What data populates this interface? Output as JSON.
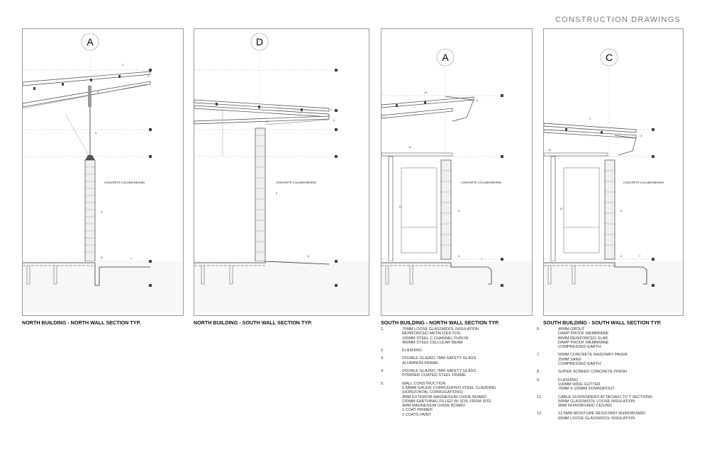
{
  "header": {
    "title": "CONSTRUCTION DRAWINGS"
  },
  "panels": [
    {
      "id": "p1",
      "grid": "A",
      "title": "NORTH BUILDING - NORTH WALL SECTION TYP.",
      "column_note": "CONCRETE COLUMN BEHIND",
      "callouts": [
        "1",
        "2",
        "3",
        "4",
        "5",
        "6",
        "7"
      ]
    },
    {
      "id": "p2",
      "grid": "D",
      "title": "NORTH BUILDING - SOUTH WALL SECTION TYP.",
      "column_note": "CONCRETE COLUMN BEHIND",
      "callouts": [
        "1",
        "3",
        "4",
        "5",
        "8"
      ]
    },
    {
      "id": "p3",
      "grid": "A",
      "title": "SOUTH BUILDING - NORTH WALL SECTION TYP.",
      "column_note": "CONCRETE COLUMN BEHIND",
      "callouts": [
        "10",
        "2",
        "11",
        "12",
        "5",
        "6",
        "7"
      ]
    },
    {
      "id": "p4",
      "grid": "C",
      "title": "SOUTH BUILDING - SOUTH WALL SECTION TYP.",
      "column_note": "CONCRETE COLUMN BEHIND",
      "callouts": [
        "1",
        "2",
        "11",
        "12",
        "5",
        "6",
        "7"
      ]
    }
  ],
  "notes_left": [
    {
      "num": "1.",
      "text": "70MM LOOSE GLASSWOOL INSULATION\nREINFORCED METALIZED FOIL\n100MM STEEL C CHANNEL PURLIN\n450MM STEEL CELLULAR BEAM"
    },
    {
      "num": "2.",
      "text": "FLASHING"
    },
    {
      "num": "3.",
      "text": "DOUBLE GLAZED 7MM SAFETY GLASS\nALUMINUM FRAME"
    },
    {
      "num": "4.",
      "text": "DOUBLE GLAZED 7MM SAFETY GLASS\nPOWDER COATED STEEL FRAME"
    },
    {
      "num": "5.",
      "text": "WALL CONSTRUCTION\n0.58MM GAUGE CORRUGATED STEEL CLADDING\n(HORIZONTAL CORRUGATIONS)\n9MM EXTERIOR MAGNESIUM OXIDE BOARD\n220MM EARTHBAG FILLED W/ SOIL FROM SITE\n9MM MAGNESIUM OXIDE BOARD\n1 COAT PRIMER\n2 COATS PAINT"
    }
  ],
  "notes_right": [
    {
      "num": "6.",
      "text": "40MM GROUT\nDAMP PROOF MEMBRANE\n80MM REINFORCED SLAB\nDAMP PROOF MEMBRANE\nCOMPRESSED EARTH"
    },
    {
      "num": "7.",
      "text": "50MM CONCRETE MASONRY PAVER\n25MM SAND\nCOMPRESSED EARTH"
    },
    {
      "num": "8.",
      "text": "SUPER SCREED CONCRETE FINISH"
    },
    {
      "num": "9.",
      "text": "FLASHING\n100MM WIDE GUTTER\n75MM x 105MM DOWNSPOUT"
    },
    {
      "num": "11.",
      "text": "CABLE SUSPENDERS ATTACHED TO T SECTIONS\n50MM GLASSWOOL LOOSE INSULATION\n9MM RHINOBOARD CEILING"
    },
    {
      "num": "12.",
      "text": "12.5MM MOISTURE RESISTANT RHINOBOARD\n60MM LOOSE GLASSWOOL INSULATION"
    }
  ]
}
